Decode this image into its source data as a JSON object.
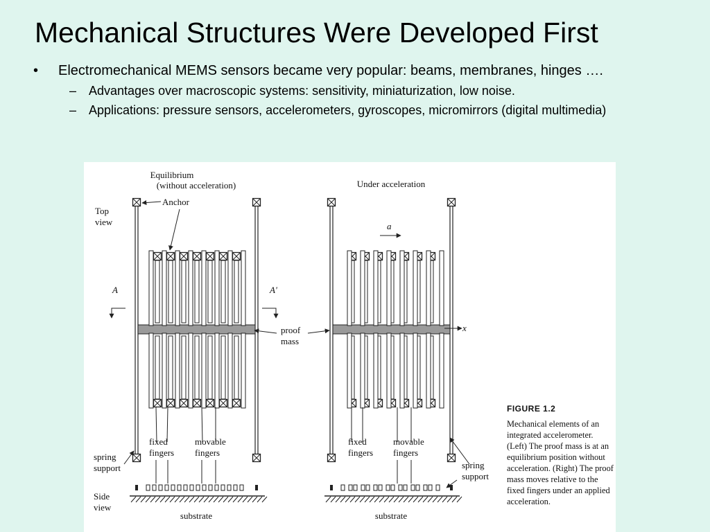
{
  "slide": {
    "title": "Mechanical Structures Were Developed First",
    "bullet": {
      "marker": "•",
      "text": "Electromechanical MEMS sensors became very popular: beams, membranes, hinges ….",
      "subbullets": [
        {
          "marker": "–",
          "text": "Advantages over macroscopic systems: sensitivity, miniaturization, low noise."
        },
        {
          "marker": "–",
          "text": "Applications: pressure sensors, accelerometers, gyroscopes, micromirrors (digital multimedia)"
        }
      ]
    }
  },
  "figure": {
    "labels": {
      "equilibrium": "Equilibrium",
      "without_acceleration": "(without acceleration)",
      "under_acceleration": "Under acceleration",
      "anchor": "Anchor",
      "top": "Top",
      "view": "view",
      "section_a": "A",
      "section_a_prime": "A'",
      "proof": "proof",
      "mass": "mass",
      "x_axis": "x",
      "accel": "a",
      "fixed": "fixed",
      "fingers": "fingers",
      "movable": "movable",
      "spring": "spring",
      "support": "support",
      "side": "Side",
      "substrate": "substrate"
    },
    "caption": {
      "label": "FIGURE 1.2",
      "text": "Mechanical elements of an integrated accelerometer. (Left) The proof mass is at an equilibrium position without acceleration. (Right) The proof mass moves relative to the fixed fingers under an applied acceleration."
    },
    "colors": {
      "proof_mass": "#9a9a9a",
      "line": "#222222",
      "slide_background": "#dff5ee"
    }
  }
}
